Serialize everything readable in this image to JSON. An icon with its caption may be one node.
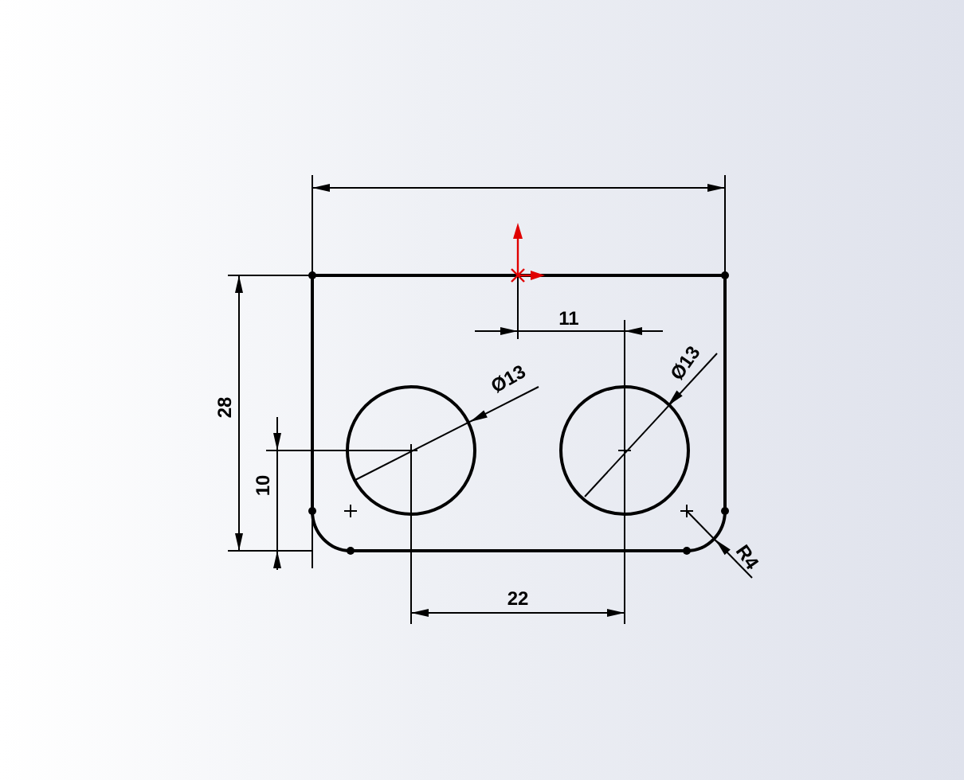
{
  "diagram": {
    "labels": [
      "11",
      "Ø13",
      "Ø13",
      "28",
      "10",
      "R4",
      "22"
    ]
  }
}
